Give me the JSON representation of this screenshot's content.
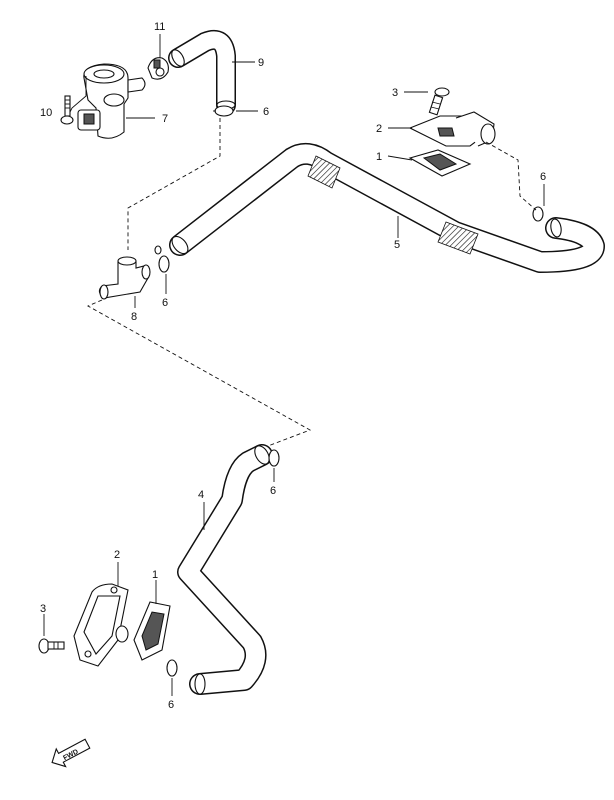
{
  "callouts": [
    {
      "id": "c11",
      "label": "11"
    },
    {
      "id": "c9",
      "label": "9"
    },
    {
      "id": "c10",
      "label": "10"
    },
    {
      "id": "c7",
      "label": "7"
    },
    {
      "id": "c6a",
      "label": "6"
    },
    {
      "id": "c3a",
      "label": "3"
    },
    {
      "id": "c2a",
      "label": "2"
    },
    {
      "id": "c1a",
      "label": "1"
    },
    {
      "id": "c6b",
      "label": "6"
    },
    {
      "id": "c5",
      "label": "5"
    },
    {
      "id": "c6c",
      "label": "6"
    },
    {
      "id": "c8",
      "label": "8"
    },
    {
      "id": "c6d",
      "label": "6"
    },
    {
      "id": "c4",
      "label": "4"
    },
    {
      "id": "c2b",
      "label": "2"
    },
    {
      "id": "c1b",
      "label": "1"
    },
    {
      "id": "c3b",
      "label": "3"
    },
    {
      "id": "c6e",
      "label": "6"
    }
  ],
  "fwd_label": "FWD"
}
